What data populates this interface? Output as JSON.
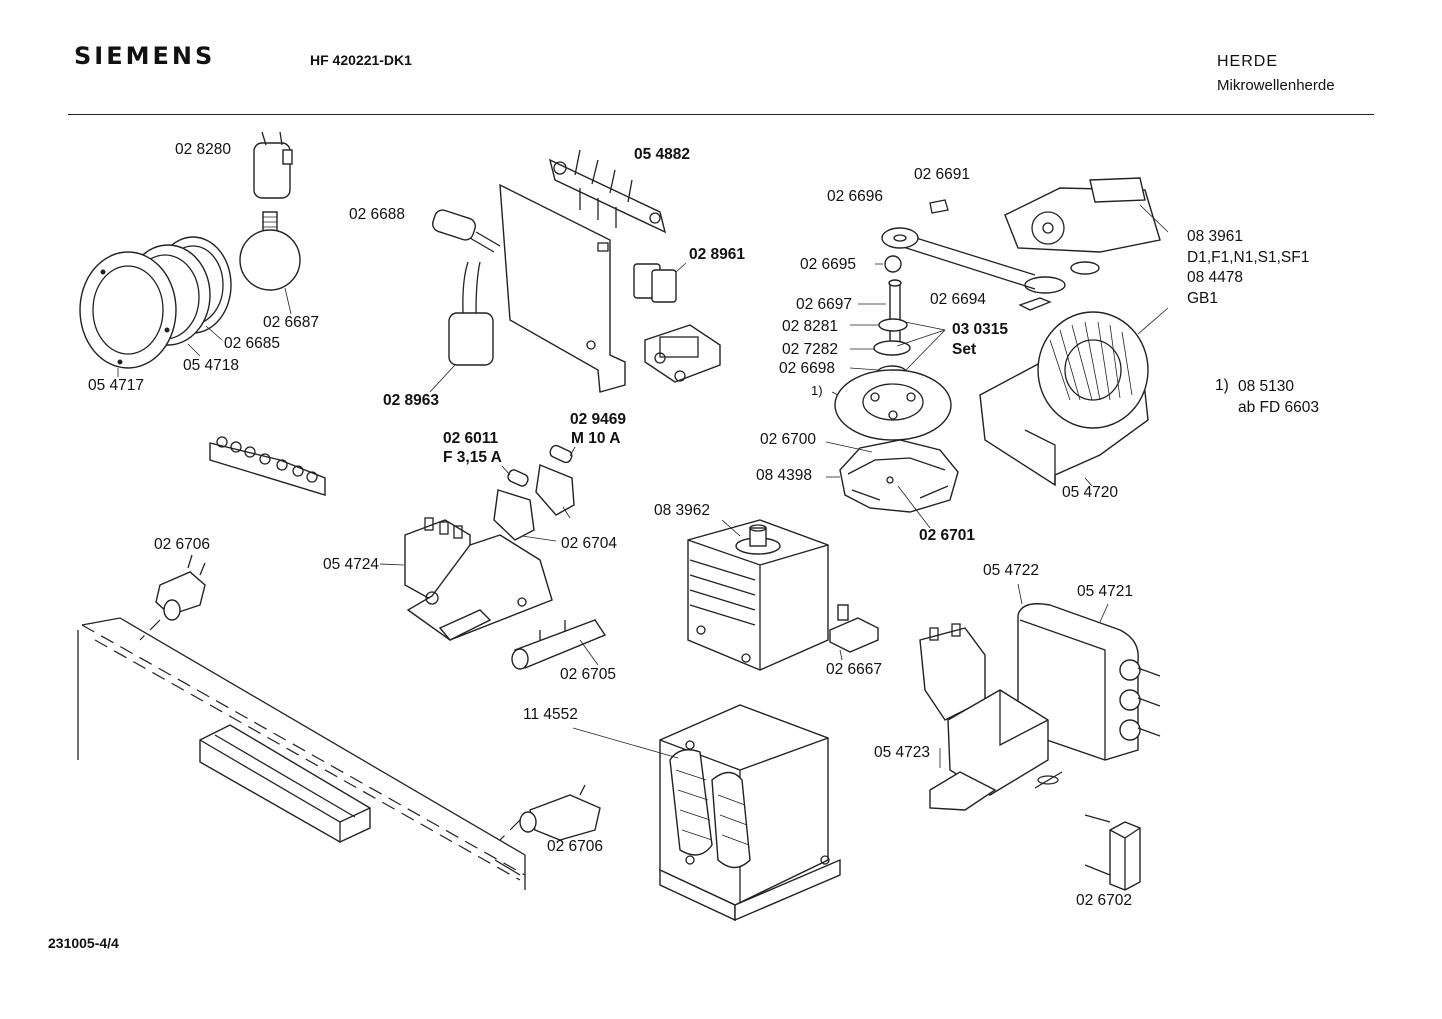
{
  "header": {
    "brand": "SIEMENS",
    "model": "HF 420221-DK1",
    "category": "HERDE",
    "subcategory": "Mikrowellenherde"
  },
  "footer": {
    "doc_number": "231005-4/4"
  },
  "parts": [
    {
      "id": "l_028280",
      "text": "02 8280"
    },
    {
      "id": "l_026687",
      "text": "02 6687"
    },
    {
      "id": "l_026685",
      "text": "02 6685"
    },
    {
      "id": "l_054718",
      "text": "05 4718"
    },
    {
      "id": "l_054717",
      "text": "05 4717"
    },
    {
      "id": "l_026688",
      "text": "02 6688"
    },
    {
      "id": "l_028963",
      "text": "02 8963"
    },
    {
      "id": "l_054882",
      "text": "05 4882"
    },
    {
      "id": "l_028961",
      "text": "02 8961"
    },
    {
      "id": "l_026691",
      "text": "02 6691"
    },
    {
      "id": "l_026696",
      "text": "02 6696"
    },
    {
      "id": "l_026695",
      "text": "02 6695"
    },
    {
      "id": "l_026694",
      "text": "02 6694"
    },
    {
      "id": "l_026697",
      "text": "02 6697"
    },
    {
      "id": "l_028281",
      "text": "02 8281"
    },
    {
      "id": "l_027282",
      "text": "02 7282"
    },
    {
      "id": "l_026698",
      "text": "02 6698"
    },
    {
      "id": "l_030315",
      "text": "03 0315"
    },
    {
      "id": "l_set",
      "text": "Set"
    },
    {
      "id": "l_note1",
      "text": "1)"
    },
    {
      "id": "l_026700",
      "text": "02 6700"
    },
    {
      "id": "l_084398",
      "text": "08 4398"
    },
    {
      "id": "l_026701",
      "text": "02 6701"
    },
    {
      "id": "l_083961",
      "text": "08 3961"
    },
    {
      "id": "l_variants",
      "text": "D1,F1,N1,S1,SF1"
    },
    {
      "id": "l_084478",
      "text": "08 4478"
    },
    {
      "id": "l_gb1",
      "text": "GB1"
    },
    {
      "id": "l_fn_mark",
      "text": "1)"
    },
    {
      "id": "l_085130",
      "text": "08 5130"
    },
    {
      "id": "l_abfd",
      "text": "ab FD 6603"
    },
    {
      "id": "l_054720",
      "text": "05 4720"
    },
    {
      "id": "l_029469",
      "text": "02 9469"
    },
    {
      "id": "l_m10a",
      "text": "M 10 A"
    },
    {
      "id": "l_026011",
      "text": "02 6011"
    },
    {
      "id": "l_f315a",
      "text": "F 3,15 A"
    },
    {
      "id": "l_026704",
      "text": "02 6704"
    },
    {
      "id": "l_054724",
      "text": "05 4724"
    },
    {
      "id": "l_026705",
      "text": "02 6705"
    },
    {
      "id": "l_083962",
      "text": "08 3962"
    },
    {
      "id": "l_026667",
      "text": "02 6667"
    },
    {
      "id": "l_054722",
      "text": "05 4722"
    },
    {
      "id": "l_054721",
      "text": "05 4721"
    },
    {
      "id": "l_054723",
      "text": "05 4723"
    },
    {
      "id": "l_026706a",
      "text": "02 6706"
    },
    {
      "id": "l_026706b",
      "text": "02  6706"
    },
    {
      "id": "l_114552",
      "text": "11 4552"
    },
    {
      "id": "l_026702",
      "text": "02 6702"
    }
  ]
}
